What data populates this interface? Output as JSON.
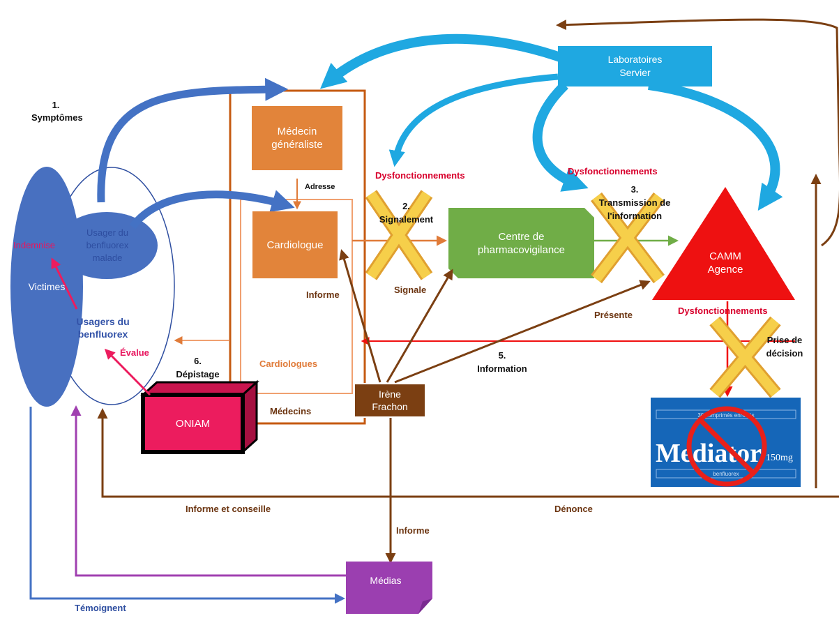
{
  "nodes": {
    "laboratoires": "Laboratoires\nServier",
    "medecin_generaliste": "Médecin\ngénéraliste",
    "cardiologue": "Cardiologue",
    "centre_pharmacovigilance": "Centre de\npharmacovigilance",
    "camm_agence": "CAMM\nAgence",
    "victimes": "Victimes",
    "usager_malade": "Usager du\nbenfluorex\nmalade",
    "indemnise": "Indemnise",
    "usagers_benfluorex": "Usagers du\nbenfluorex",
    "evalue": "Évalue",
    "oniam": "ONIAM",
    "irene_frachon": "Irène\nFrachon",
    "medias": "Médias",
    "cardiologues_group": "Cardiologues",
    "medecins_group": "Médecins"
  },
  "mediator_box": {
    "top_text": "30 comprimés enrobés",
    "brand": "Mediator",
    "dose": "150mg",
    "bottom_text": "benfluorex"
  },
  "labels": {
    "symptomes": "1.\nSymptômes",
    "adresse": "Adresse",
    "signalement": "2.\nSignalement",
    "transmission": "3.\nTransmission de\nl'information",
    "prise_decision": "Prise de\ndécision",
    "information": "5.\nInformation",
    "depistage": "6.\nDépistage",
    "informe_top": "Informe",
    "signale": "Signale",
    "presente": "Présente",
    "informe_conseille": "Informe et conseille",
    "denonce": "Dénonce",
    "informe_bottom": "Informe",
    "temoignent": "Témoignent",
    "dysf_1": "Dysfonctionnements",
    "dysf_2": "Dysfonctionnements",
    "dysf_3": "Dysfonctionnements"
  },
  "colors": {
    "light_blue": "#1fa8e1",
    "mid_blue": "#4472c4",
    "orange": "#e07b39",
    "orange_box": "#e2843a",
    "green": "#70ad47",
    "red": "#f00f0f",
    "brown": "#7b3f12",
    "purple": "#a040b0",
    "pink": "#ec1c5e",
    "cross": "#f5c842",
    "dark_blue_ellipse": "#4870c0"
  }
}
